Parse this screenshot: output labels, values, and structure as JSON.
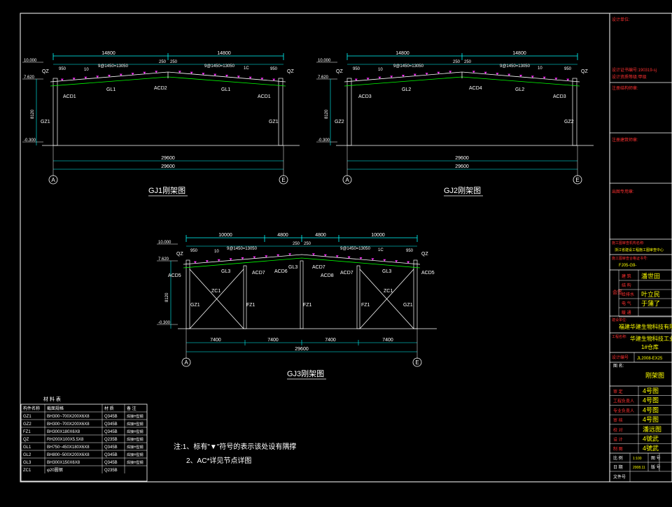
{
  "frames": {
    "gj1": {
      "title": "GJ1刚架图",
      "elev_top": "10.000",
      "elev_eave": "7.620",
      "elev_base": "-0.300",
      "dim_left": "14800",
      "dim_right": "14800",
      "dim_ridge_l": "250",
      "dim_ridge_r": "250",
      "eave_l": "950",
      "eave_r": "950",
      "purlin_l": "9@1450=13050",
      "purlin_r": "9@1450=13050",
      "slope_l": "10",
      "slope_r": "1C",
      "col_label_l": "QZ",
      "col_label_r": "QZ",
      "height": "8120",
      "beam_l": "GL1",
      "beam_r": "GL1",
      "node_l": "ACD1",
      "node_c": "ACD2",
      "node_r": "ACD1",
      "col_l": "GZ1",
      "col_r": "GZ1",
      "span_inner": "29600",
      "span_outer": "29600",
      "axis_l": "A",
      "axis_r": "E"
    },
    "gj2": {
      "title": "GJ2刚架图",
      "elev_top": "10.000",
      "elev_eave": "7.620",
      "elev_base": "-0.300",
      "dim_left": "14800",
      "dim_right": "14800",
      "dim_ridge_l": "250",
      "dim_ridge_r": "250",
      "eave_l": "950",
      "eave_r": "950",
      "purlin_l": "9@1450=13050",
      "purlin_r": "9@1450=13050",
      "slope_l": "10",
      "slope_r": "10",
      "col_label_l": "QZ",
      "col_label_r": "QZ",
      "height": "8120",
      "beam_l": "GL2",
      "beam_r": "GL2",
      "node_l": "ACD3",
      "node_c": "ACD4",
      "node_r": "ACD3",
      "col_l": "GZ2",
      "col_r": "GZ2",
      "span_inner": "29600",
      "span_outer": "29600",
      "axis_l": "A",
      "axis_r": "E"
    },
    "gj3": {
      "title": "GJ3刚架图",
      "elev_top": "10.000",
      "elev_eave": "7.620",
      "elev_base": "-0.300",
      "top_dims": [
        "10000",
        "4800",
        "4800",
        "10000"
      ],
      "dim_ridge_l": "250",
      "dim_ridge_r": "250",
      "eave_l": "950",
      "eave_r": "950",
      "purlin_l": "9@1450=13050",
      "purlin_r": "9@1450=13050",
      "slope_l": "10",
      "slope_r": "1C",
      "col_label_l": "QZ",
      "col_label_r": "QZ",
      "height": "8120",
      "beam_labels": [
        "GL3",
        "GL3",
        "GL3"
      ],
      "nodes": [
        "ACD5",
        "ACD7",
        "ACD6",
        "ACD7",
        "ACD8",
        "ACD7",
        "ACD5"
      ],
      "col_l": "GZ1",
      "col_r": "GZ1",
      "mid_cols": [
        "FZ1",
        "FZ1",
        "FZ1"
      ],
      "bracing": [
        "ZC1",
        "ZC1"
      ],
      "bottom_dims": [
        "7400",
        "7400",
        "7400",
        "7400"
      ],
      "span_outer": "29600",
      "axis_l": "A",
      "axis_r": "E"
    }
  },
  "material_table": {
    "title": "材 料 表",
    "headers": [
      "构件名称",
      "截面规格",
      "材 质",
      "备 注"
    ],
    "rows": [
      [
        "GZ1",
        "BH300~700X200X6X8",
        "Q345B",
        "焊接H型钢"
      ],
      [
        "GZ2",
        "BH300~700X200X6X8",
        "Q345B",
        "焊接H型钢"
      ],
      [
        "FZ1",
        "BH300X180X6X8",
        "Q345B",
        "焊接H型钢"
      ],
      [
        "QZ",
        "RH200X100X5.5X8",
        "Q235B",
        "焊接H型钢"
      ],
      [
        "GL1",
        "BH750~450X180X6X8",
        "Q345B",
        "焊接H型钢"
      ],
      [
        "GL2",
        "BH800~500X200X6X8",
        "Q345B",
        "焊接H型钢"
      ],
      [
        "GL3",
        "BH300X150X6X8",
        "Q345B",
        "焊接H型钢"
      ],
      [
        "ZC1",
        "φ20圆钢",
        "Q235B",
        ""
      ]
    ]
  },
  "notes": {
    "line1": "注:1、标有\"▼\"符号的表示该处设有隅撑",
    "line2": "2、AC*详见节点详图"
  },
  "title_block": {
    "top_label": "设计单位:",
    "cert_line1": "设计证书编号:190319-sj",
    "cert_line2": "设计资质等级:甲级",
    "stamp1": "注册结构师章:",
    "stamp2": "注册建筑师章:",
    "stamp3": "出图专用章:",
    "unit_label": "施工图审查机构名称:",
    "unit_value": "浙江省建设工程施工图审查中心",
    "cert_no_label": "施工图审查合格证书号:",
    "cert_no_value": "FJ05-G9-",
    "sign_section": "会签",
    "signs": [
      [
        "建 筑",
        "潘世田"
      ],
      [
        "结 构",
        ""
      ],
      [
        "给排水",
        "叶立民"
      ],
      [
        "电 气",
        "于蒲了"
      ],
      [
        "暖 通",
        ""
      ]
    ],
    "client_label": "建设单位:",
    "client_value": "福建华建生物科技有限公司",
    "project_label": "工程名称:",
    "project_value_1": "华建生物科技工业",
    "project_value_2": "1#仓库",
    "drawing_no_label": "设计编号",
    "drawing_no_value": "JL2008-EX25",
    "sheet_label": "图 名:",
    "sheet_name": "刚架图",
    "staff": [
      [
        "审 定",
        "4号图"
      ],
      [
        "工程负责人",
        "4号图"
      ],
      [
        "专业负责人",
        "4号图"
      ],
      [
        "审 核",
        "4号图"
      ],
      [
        "校 对",
        "潘远图"
      ],
      [
        "设 计",
        "4號武"
      ],
      [
        "制 图",
        "4號武"
      ]
    ],
    "scale_label": "比 例",
    "scale_value": "1:100",
    "sheet_no_label": "图 号",
    "sheet_no_value": "",
    "date_label": "日 期",
    "date_value": "2008.11",
    "version_label": "版 号",
    "file_label": "文件号"
  },
  "colors": {
    "background": "#000000",
    "line": "#ffffff",
    "beam": "#00ff00",
    "dimension": "#00ffff",
    "text": "#ffffff",
    "title_block_text": "#ffff00",
    "title_block_label": "#ff3030",
    "bracing_mark": "#ff33ff"
  }
}
